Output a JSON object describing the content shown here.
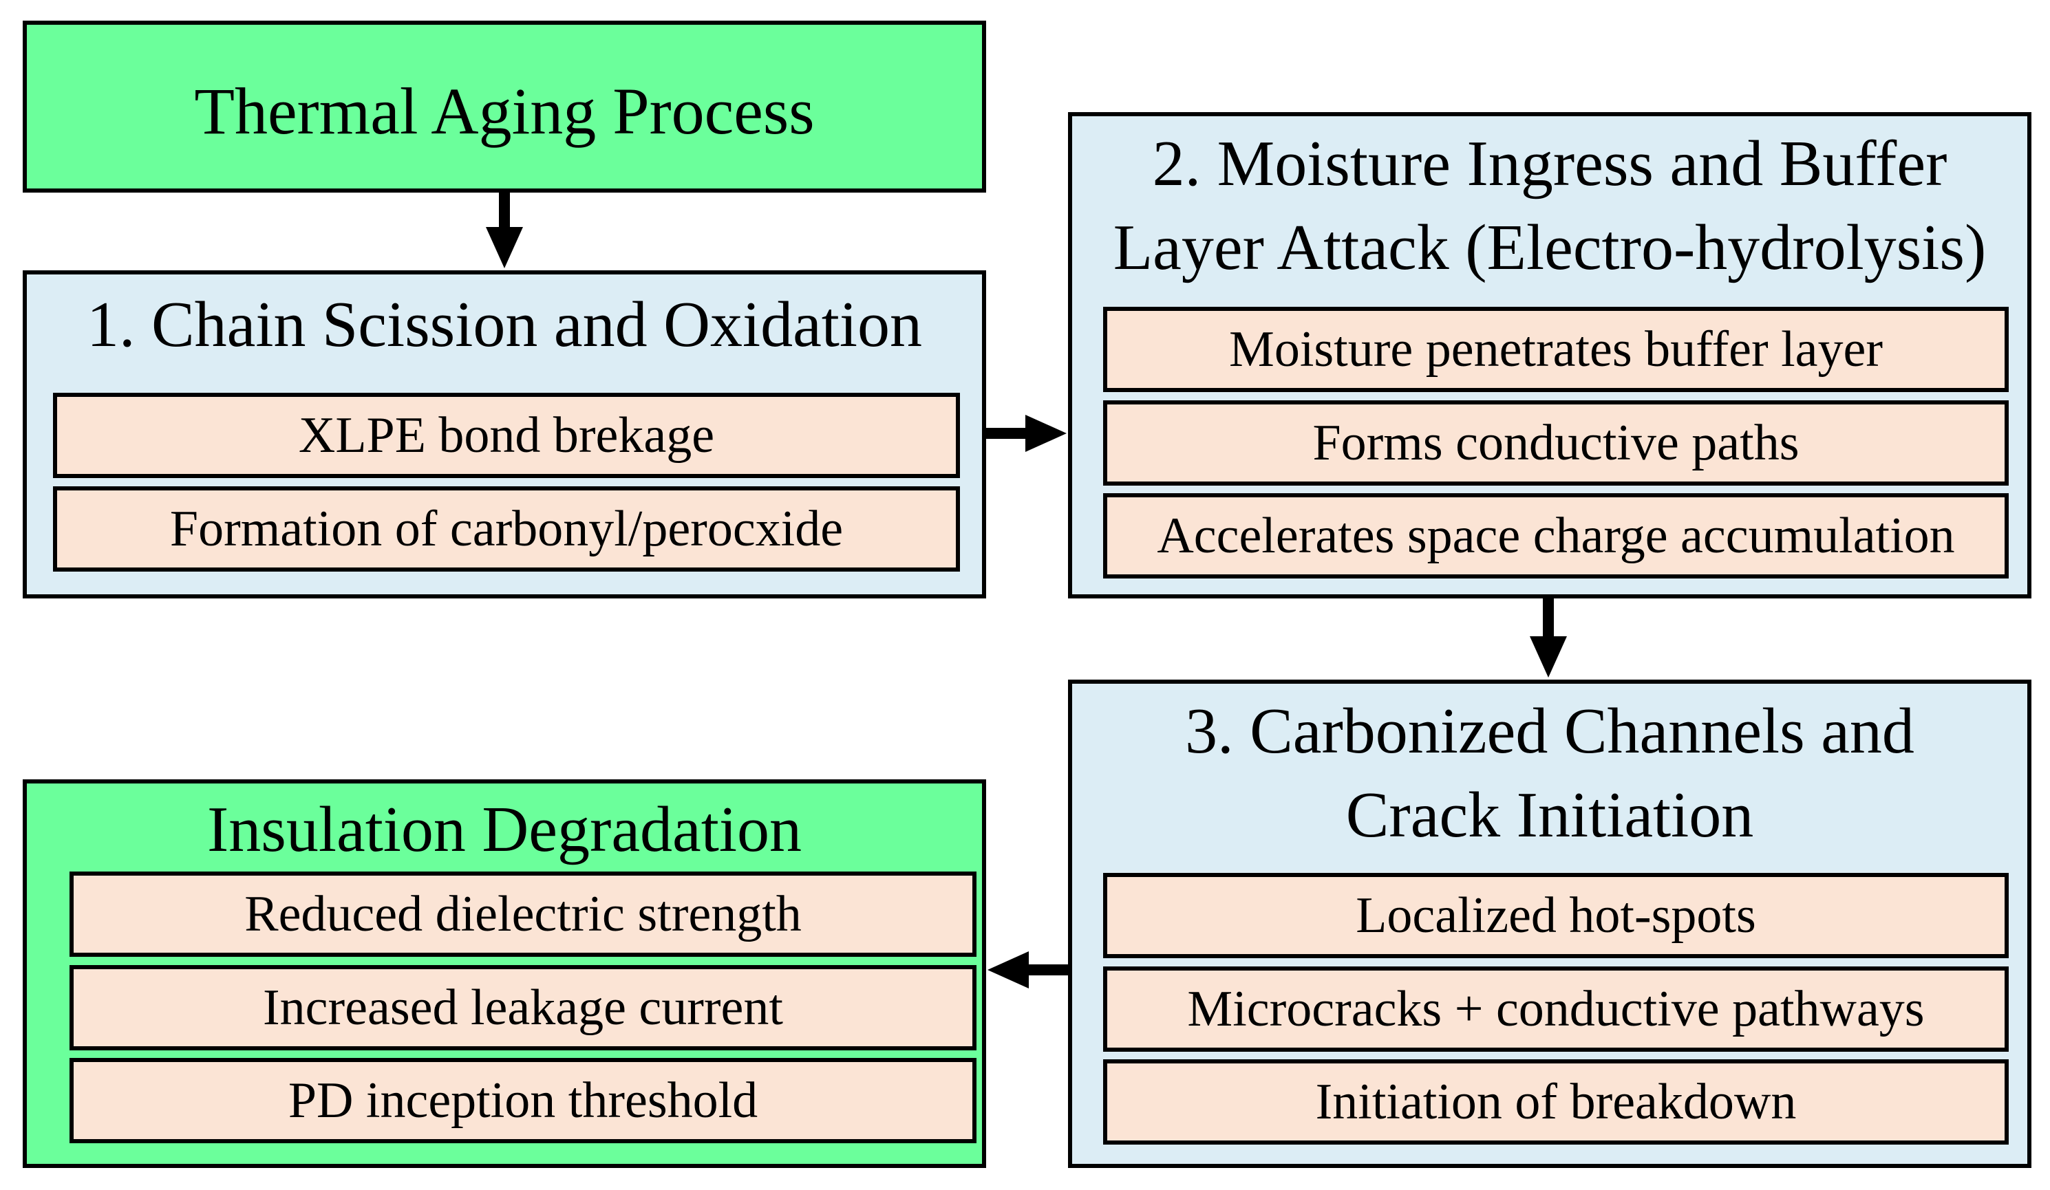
{
  "nodes": {
    "thermal": {
      "title": "Thermal Aging Process"
    },
    "stage1": {
      "title": "1. Chain Scission and Oxidation",
      "items": [
        "XLPE bond brekage",
        "Formation of carbonyl/perocxide"
      ]
    },
    "stage2": {
      "title_lines": [
        "2. Moisture Ingress and Buffer",
        "Layer Attack (Electro-hydrolysis)"
      ],
      "items": [
        "Moisture penetrates buffer layer",
        "Forms conductive paths",
        "Accelerates space charge accumulation"
      ]
    },
    "stage3": {
      "title_lines": [
        "3. Carbonized Channels and",
        "Crack Initiation"
      ],
      "items": [
        "Localized hot-spots",
        "Microcracks + conductive pathways",
        "Initiation of breakdown"
      ]
    },
    "degradation": {
      "title": "Insulation Degradation",
      "items": [
        "Reduced dielectric strength",
        "Increased leakage current",
        "PD inception threshold"
      ]
    }
  },
  "colors": {
    "endpoint_fill": "#6bff9b",
    "stage_fill": "#dcedf5",
    "item_fill": "#fbe4d5",
    "stroke": "#000000"
  }
}
